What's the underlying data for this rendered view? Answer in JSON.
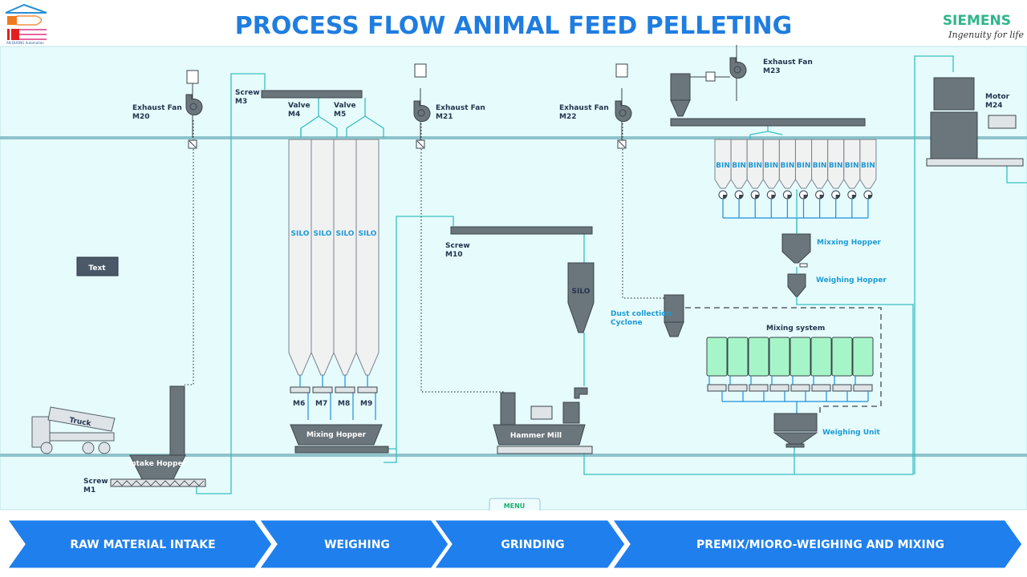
{
  "header": {
    "title": "PROCESS FLOW ANIMAL FEED PELLETING",
    "logo_left_text": "AN DUONG Automation",
    "brand": "SIEMENS",
    "brand_tagline": "Ingenuity for life"
  },
  "colors": {
    "title": "#1f7de0",
    "brand": "#2fb58a",
    "nav": "#1f7fec",
    "panel": "#e6fbfc",
    "equipment": "#6b757c",
    "mixer_tank": "#a6f5c8"
  },
  "labels": {
    "exhaust_fan_m20": [
      "Exhaust Fan",
      "M20"
    ],
    "exhaust_fan_m21": [
      "Exhaust Fan",
      "M21"
    ],
    "exhaust_fan_m22": [
      "Exhaust Fan",
      "M22"
    ],
    "exhaust_fan_m23": [
      "Exhaust Fan",
      "M23"
    ],
    "screw_m3": [
      "Screw",
      "M3"
    ],
    "valve_m4": [
      "Valve",
      "M4"
    ],
    "valve_m5": [
      "Valve",
      "M5"
    ],
    "screw_m10": [
      "Screw",
      "M10"
    ],
    "screw_m1": [
      "Screw",
      "M1"
    ],
    "motor_m24": [
      "Motor",
      "M24"
    ],
    "silos": [
      "SILO",
      "SILO",
      "SILO",
      "SILO"
    ],
    "feeders": [
      "M6",
      "M7",
      "M8",
      "M9"
    ],
    "mixing_hopper_left": "Mixing Hopper",
    "intake_hopper": "Intake Hopper",
    "truck": "Truck",
    "silo_right": "SILO",
    "hammer_mill": "Hammer Mill",
    "bins": [
      "BIN",
      "BIN",
      "BIN",
      "BIN",
      "BIN",
      "BIN",
      "BIN",
      "BIN",
      "BIN",
      "BIN"
    ],
    "mixing_hopper_right": "Mixxing Hopper",
    "weighing_hopper": "Weighing Hopper",
    "dust_collection": [
      "Dust collection",
      "Cyclone"
    ],
    "mixing_system": "Mixing system",
    "weighing_unit": "Weighing Unit"
  },
  "text_button": "Text",
  "menu_tab": "MENU",
  "nav": [
    {
      "label": "RAW  MATERIAL INTAKE"
    },
    {
      "label": "WEIGHING"
    },
    {
      "label": "GRINDING"
    },
    {
      "label": "PREMIX/MIORO-WEIGHING AND MIXING"
    }
  ]
}
